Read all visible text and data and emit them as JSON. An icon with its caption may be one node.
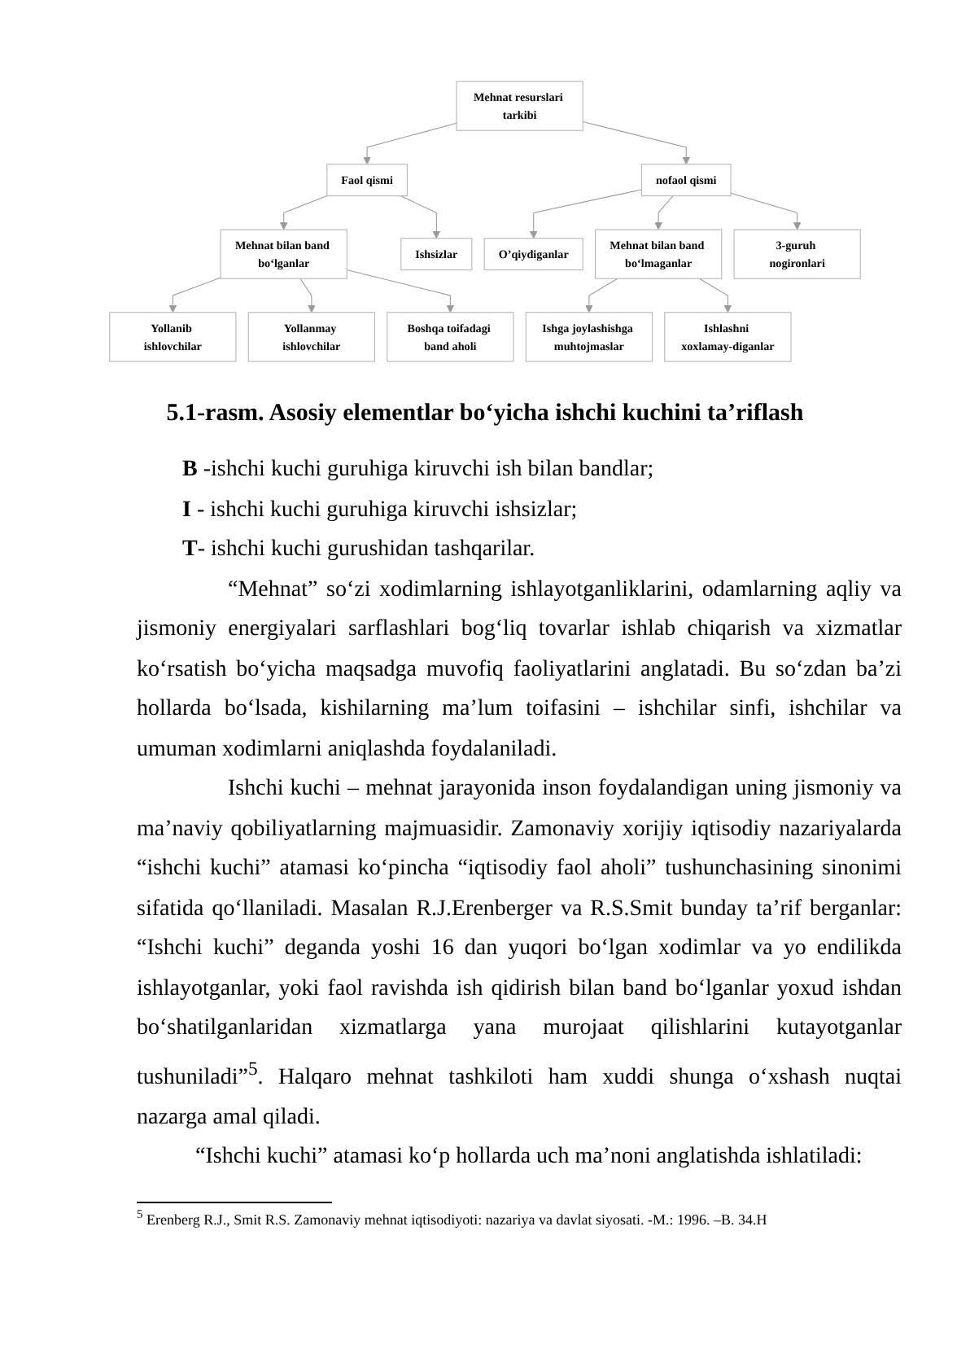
{
  "diagram": {
    "caption": "5.1-rasm. Asosiy elementlar bo‘yicha ishchi kuchini ta’riflash",
    "nodes": [
      {
        "text": [
          "Mehnat resurslari tarkibi"
        ]
      },
      {
        "text": [
          "Faol qismi"
        ]
      },
      {
        "text": [
          "nofaol qismi"
        ]
      },
      {
        "text": [
          "Mehnat bilan band bo‘lganlar"
        ]
      },
      {
        "text": [
          "Ishsizlar"
        ]
      },
      {
        "text": [
          "O’qiydiganlar"
        ]
      },
      {
        "text": [
          "Mehnat bilan band bo‘lmaganlar"
        ]
      },
      {
        "text": [
          "3-guruh nogironlari"
        ]
      },
      {
        "text": [
          "Yollanib ishlovchilar"
        ]
      },
      {
        "text": [
          "Yollanmay ishlovchilar"
        ]
      },
      {
        "text": [
          "Boshqa toifadagi band aholi"
        ]
      },
      {
        "text": [
          "Ishga joylashishga muhtojmaslar"
        ]
      },
      {
        "text": [
          "Ishlashni xoxlamay-diganlar"
        ]
      }
    ],
    "edges": [
      {
        "from": 0,
        "to": 1,
        "arrow": "to"
      },
      {
        "from": 0,
        "to": 2,
        "arrow": "to"
      },
      {
        "from": 1,
        "to": 3,
        "arrow": "to"
      },
      {
        "from": 1,
        "to": 4,
        "arrow": "to"
      },
      {
        "from": 2,
        "to": 5,
        "arrow": "to"
      },
      {
        "from": 2,
        "to": 6,
        "arrow": "to"
      },
      {
        "from": 2,
        "to": 7,
        "arrow": "to"
      },
      {
        "from": 3,
        "to": 8,
        "arrow": "to"
      },
      {
        "from": 3,
        "to": 9,
        "arrow": "to"
      },
      {
        "from": 3,
        "to": 10,
        "arrow": "to"
      },
      {
        "from": 6,
        "to": 11,
        "arrow": "to"
      },
      {
        "from": 6,
        "to": 12,
        "arrow": "to"
      }
    ],
    "labels": [
      "**B** -ishchi kuchi guruhiga kiruvchi ish bilan bandlar;",
      "**I** - ishchi kuchi guruhiga kiruvchi ishsizlar;",
      "**T**- ishchi kuchi gurushidan tashqarilar.",
      "“Mehnat” so‘zi xodimlarning ishlayotganliklarini, odamlarning aqliy va jismoniy energiyalari sarflashlari bog‘liq tovarlar ishlab chiqarish va xizmatlar ko‘rsatish bo‘yicha maqsadga muvofiq faoliyatlarini anglatadi. Bu so‘zdan ba’zi hollarda bo‘lsada, kishilarning ma’lum toifasini – ishchilar sinfi, ishchilar va umuman xodimlarni aniqlashda foydalaniladi.",
      "Ishchi kuchi – mehnat jarayonida inson foydalandigan uning jismoniy va ma’naviy qobiliyatlarning majmuasidir. Zamonaviy xorijiy iqtisodiy nazariyalarda “ishchi kuchi” atamasi ko‘pincha “iqtisodiy faol aholi” tushunchasining sinonimi sifatida qo‘llaniladi. Masalan R.J.Erenberger va R.S.Smit bunday ta’rif berganlar: “Ishchi kuchi” deganda yoshi 16 dan yuqori bo‘lgan xodimlar va yo endilikda ishlayotganlar, yoki faol ravishda ish qidirish bilan band bo‘lganlar yoxud ishdan bo‘shatilganlaridan xizmatlarga yana murojaat qilishlarini kutayotganlar tushuniladi”$^{5}$. Halqaro mehnat tashkiloti ham xuddi shunga o‘xshash nuqtai nazarga amal qiladi.",
      "“Ishchi kuchi” atamasi ko‘p hollarda uch ma’noni anglatishda ishlatiladi:",
      "$^{5}$ Erenberg R.J., Smit R.S. Zamonaviy mehnat iqtisodiyoti: nazariya va davlat siyosati. -M.: 1996. –B. 34.H"
    ]
  }
}
